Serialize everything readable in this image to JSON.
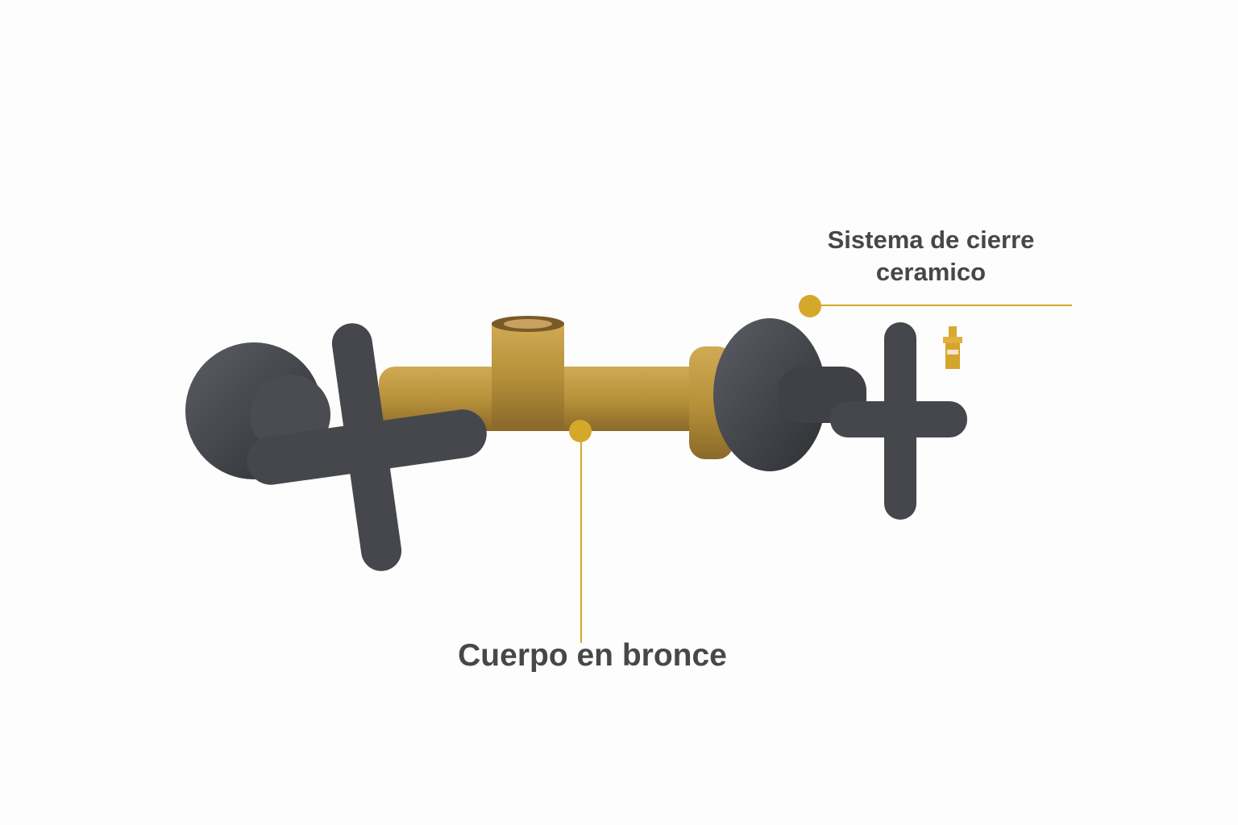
{
  "callouts": {
    "ceramic": {
      "line1": "Sistema de cierre",
      "line2": "ceramico"
    },
    "body": {
      "text": "Cuerpo en bronce"
    }
  },
  "colors": {
    "accent": "#d4a82a",
    "brass": "#b8923a",
    "handle": "#3e4045",
    "text": "#474747"
  }
}
